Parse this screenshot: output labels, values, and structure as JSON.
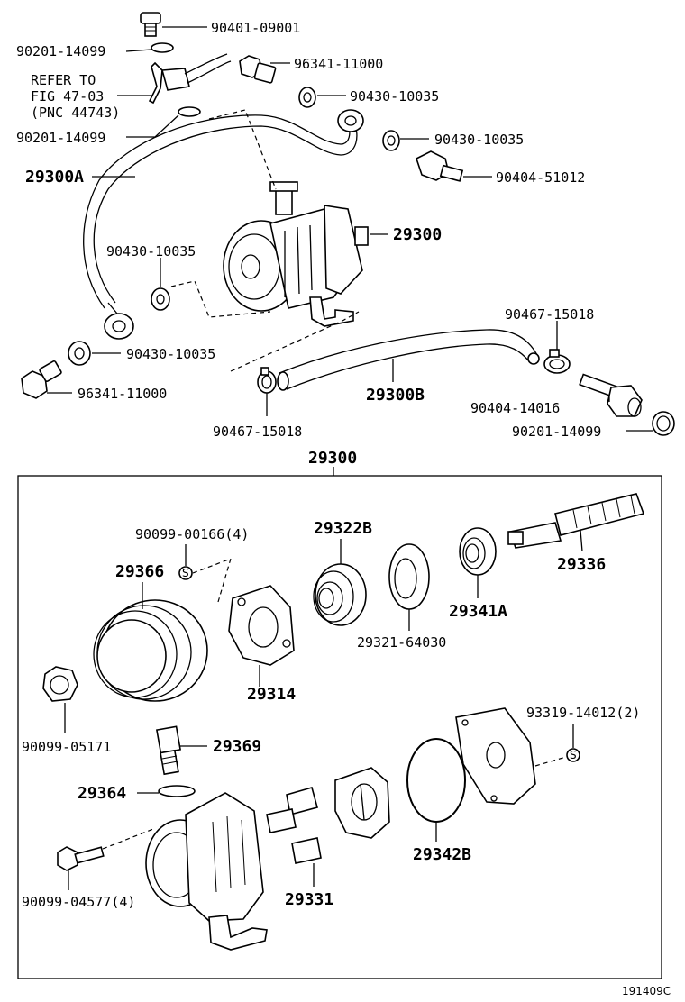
{
  "labels": {
    "p90401_09001": "90401-09001",
    "p90201_14099_a": "90201-14099",
    "p96341_11000_a": "96341-11000",
    "refer1": "REFER TO",
    "refer2": "FIG 47-03",
    "refer3": "(PNC 44743)",
    "p90430_10035_a": "90430-10035",
    "p90201_14099_b": "90201-14099",
    "p90430_10035_b": "90430-10035",
    "p29300A": "29300A",
    "p90404_51012": "90404-51012",
    "p29300_pump": "29300",
    "p90430_10035_c": "90430-10035",
    "p90467_15018_a": "90467-15018",
    "p90430_10035_d": "90430-10035",
    "p96341_11000_b": "96341-11000",
    "p29300B": "29300B",
    "p90404_14016": "90404-14016",
    "p90467_15018_b": "90467-15018",
    "p90201_14099_c": "90201-14099",
    "p29300_box": "29300",
    "p90099_00166": "90099-00166(4)",
    "p29322B": "29322B",
    "p29366": "29366",
    "p29336": "29336",
    "p29341A": "29341A",
    "p29321_64030": "29321-64030",
    "p29314": "29314",
    "p90099_05171": "90099-05171",
    "p93319_14012": "93319-14012(2)",
    "p29369": "29369",
    "p29364": "29364",
    "p29342B": "29342B",
    "p90099_04577": "90099-04577(4)",
    "p29331": "29331",
    "fig_code": "191409C"
  }
}
